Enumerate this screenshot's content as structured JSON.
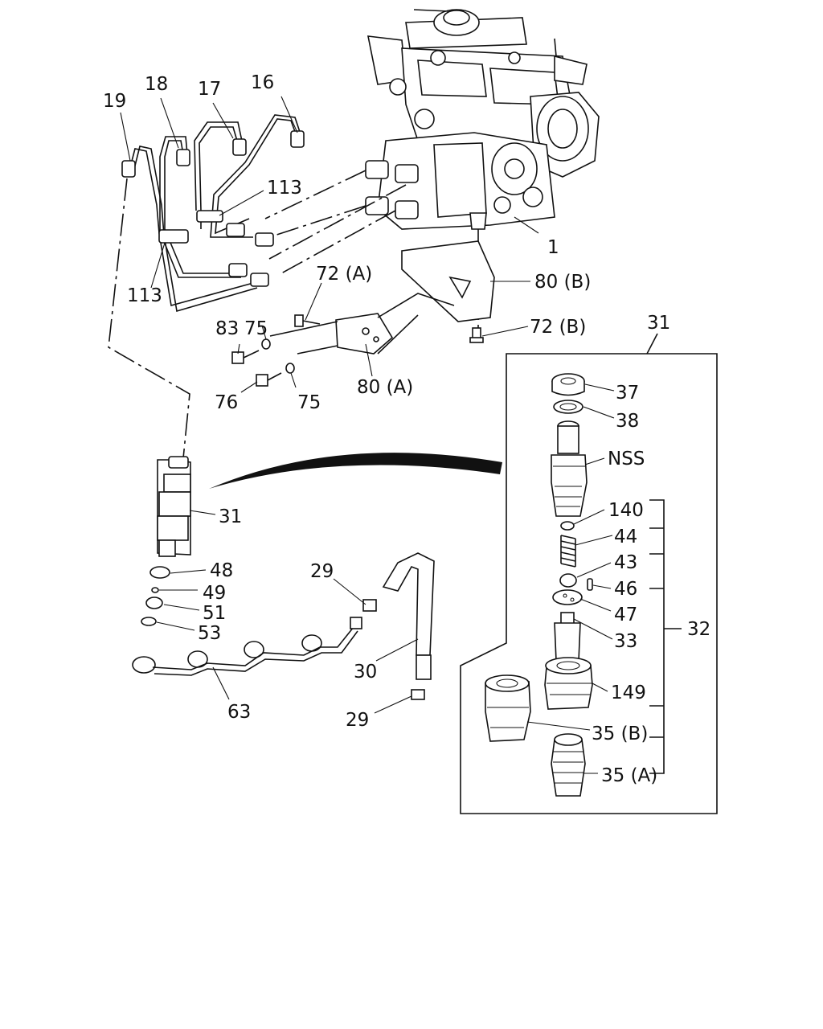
{
  "labels": {
    "l1": "1",
    "l16": "16",
    "l17": "17",
    "l18": "18",
    "l19": "19",
    "l113a": "113",
    "l113b": "113",
    "l72a": "72 (A)",
    "l72b": "72 (B)",
    "l80a": "80 (A)",
    "l80b": "80 (B)",
    "l83": "83",
    "l75a": "75",
    "l75b": "75",
    "l76": "76",
    "l31a": "31",
    "l31b": "31",
    "l48": "48",
    "l49": "49",
    "l51": "51",
    "l53": "53",
    "l29a": "29",
    "l29b": "29",
    "l30": "30",
    "l63": "63",
    "l37": "37",
    "l38": "38",
    "lnss": "NSS",
    "l140": "140",
    "l44": "44",
    "l43": "43",
    "l46": "46",
    "l47": "47",
    "l33": "33",
    "l32": "32",
    "l149": "149",
    "l35b": "35 (B)",
    "l35a": "35 (A)"
  }
}
